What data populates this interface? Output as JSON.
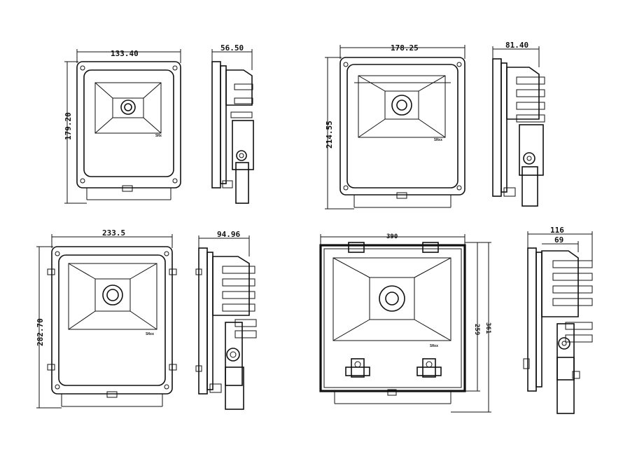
{
  "colors": {
    "line": "#111111",
    "background": "#ffffff"
  },
  "views": {
    "v1": {
      "width_dim": "133.40",
      "height_dim": "179.20",
      "depth_dim": "56.50",
      "mark": "SHx"
    },
    "v2": {
      "width_dim": "178.25",
      "height_dim": "214.55",
      "depth_dim": "81.40",
      "mark": "SHxx"
    },
    "v3": {
      "width_dim": "233.5",
      "height_dim": "282.70",
      "depth_dim": "94.96",
      "mark": "SHxx"
    },
    "v4": {
      "width_dim": "390",
      "height_dim_inner": "259",
      "height_dim_outer": "361",
      "depth_dim_outer": "116",
      "depth_dim_inner": "69",
      "mark": "SHxx"
    }
  }
}
